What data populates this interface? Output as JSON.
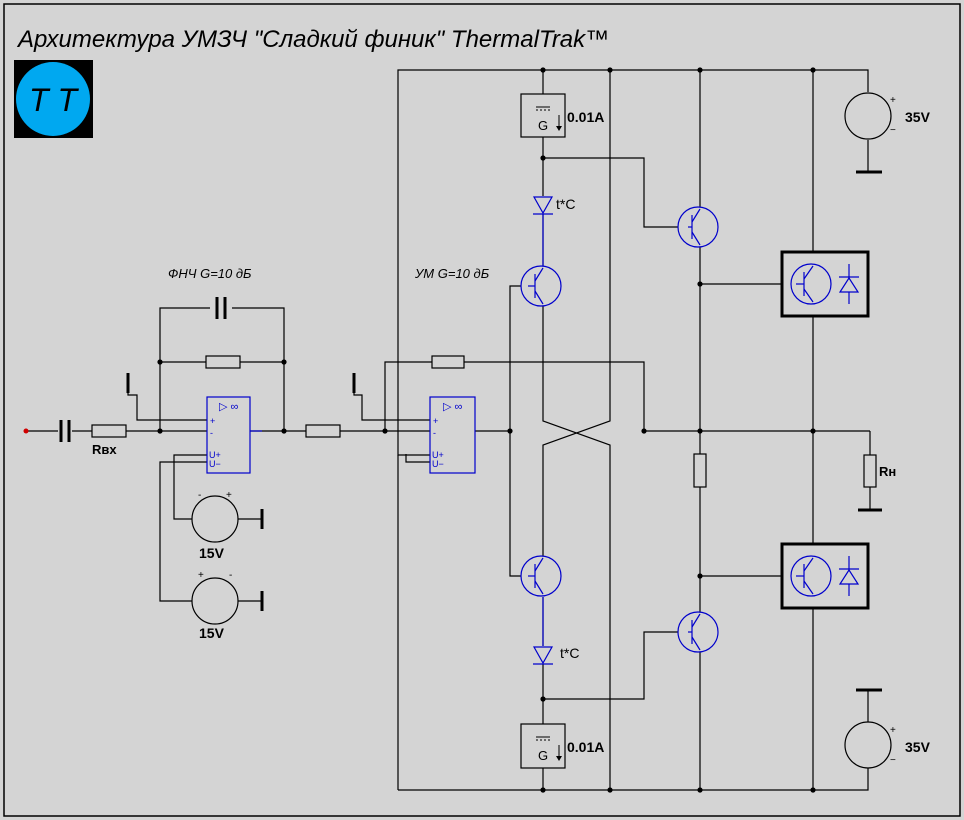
{
  "title": "Архитектура  УМЗЧ  \"Сладкий финик\" ThermalTrak™",
  "logo_text": "T T",
  "colors": {
    "background": "#d4d4d4",
    "wire": "#000000",
    "component": "#0000cc",
    "logo_circle": "#00a8f0",
    "logo_bg": "#000000",
    "input_node": "#d00000"
  },
  "labels": {
    "lpf_stage": "ФНЧ G=10 дБ",
    "amp_stage": "УМ G=10 дБ",
    "input_resistor": "Rвх",
    "load_resistor": "Rн",
    "lpf_supply_top": "15V",
    "lpf_supply_bottom": "15V",
    "rail_top": "35V",
    "rail_bottom": "35V",
    "current_top": "0.01A",
    "current_bottom": "0.01A",
    "thermal_top": "t*C",
    "thermal_bottom": "t*C",
    "gen_symbol": "G",
    "opamp_infinity": "▷ ∞",
    "opamp_plus": "+",
    "opamp_minus": "-",
    "opamp_uplus": "U+",
    "opamp_uminus": "U−",
    "plus_sign": "+",
    "minus_sign": "−",
    "dash_sign": "-"
  }
}
